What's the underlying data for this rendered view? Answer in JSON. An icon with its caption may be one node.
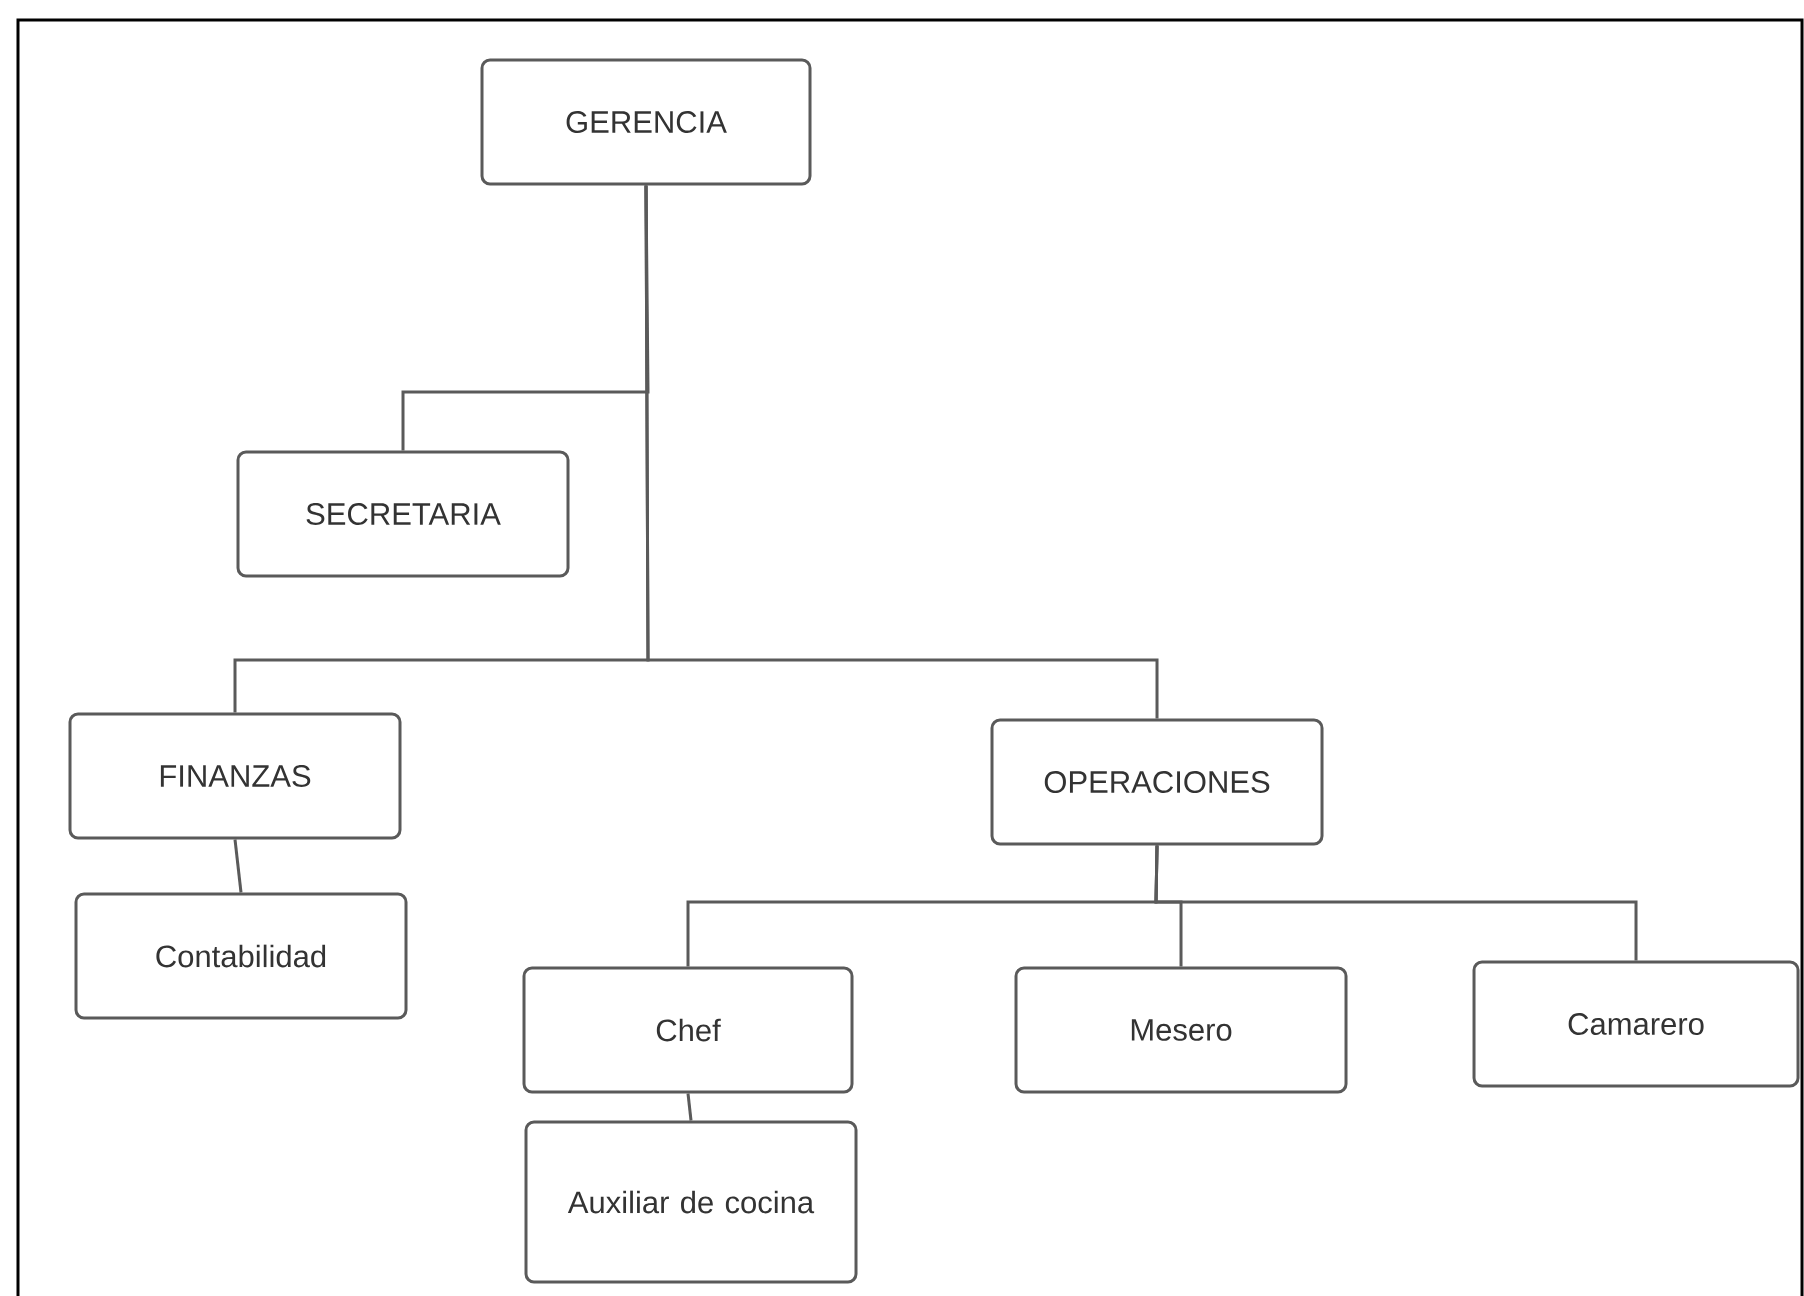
{
  "diagram": {
    "nodes": [
      {
        "text": [
          "GERENCIA"
        ]
      },
      {
        "text": [
          "SECRETARIA"
        ]
      },
      {
        "text": [
          "FINANZAS"
        ]
      },
      {
        "text": [
          "Contabilidad"
        ]
      },
      {
        "text": [
          "OPERACIONES"
        ]
      },
      {
        "text": [
          "Chef"
        ]
      },
      {
        "text": [
          "Mesero"
        ]
      },
      {
        "text": [
          "Camarero"
        ]
      },
      {
        "text": [
          "Auxiliar de cocina"
        ]
      }
    ],
    "edges": [
      {
        "from": 0,
        "to": 1,
        "arrow": "none"
      },
      {
        "from": 0,
        "to": 2,
        "arrow": "none"
      },
      {
        "from": 0,
        "to": 4,
        "arrow": "none"
      },
      {
        "from": 2,
        "to": 3,
        "arrow": "none"
      },
      {
        "from": 4,
        "to": 5,
        "arrow": "none"
      },
      {
        "from": 4,
        "to": 6,
        "arrow": "none"
      },
      {
        "from": 4,
        "to": 7,
        "arrow": "none"
      },
      {
        "from": 5,
        "to": 8,
        "arrow": "none"
      }
    ]
  }
}
